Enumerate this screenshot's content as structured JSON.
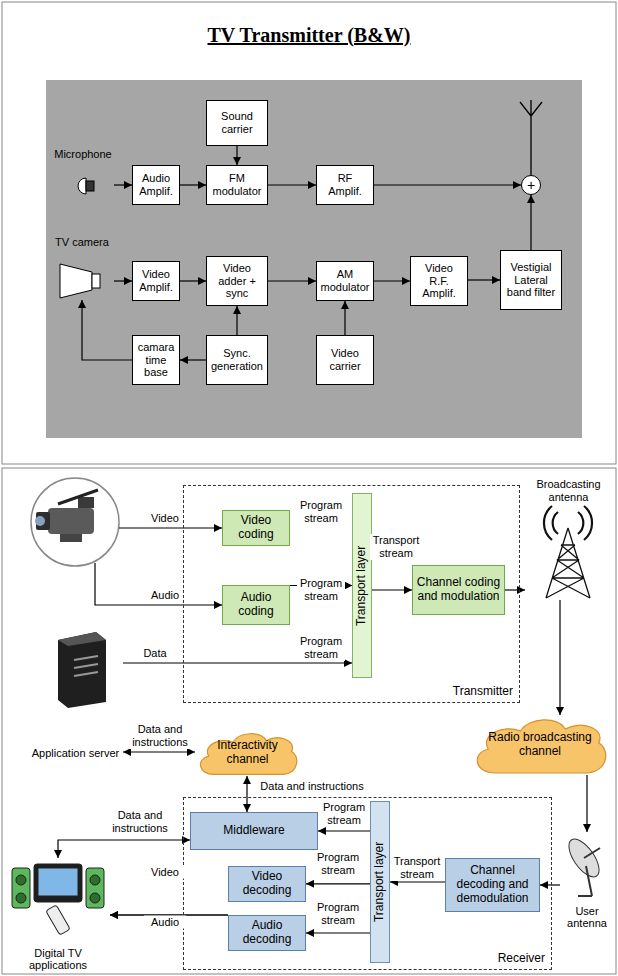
{
  "diagram": {
    "title": "TV Transmitter (B&W)",
    "nodes": [
      {
        "text": [
          "Sound carrier"
        ]
      },
      {
        "text": [
          "Microphone"
        ]
      },
      {
        "text": [
          "Audio Amplif."
        ]
      },
      {
        "text": [
          "FM modulator"
        ]
      },
      {
        "text": [
          "RF Amplif."
        ]
      },
      {
        "text": [
          "+"
        ]
      },
      {
        "text": [
          "TV camera"
        ]
      },
      {
        "text": [
          "Video Amplif."
        ]
      },
      {
        "text": [
          "Video adder + sync"
        ]
      },
      {
        "text": [
          "AM modulator"
        ]
      },
      {
        "text": [
          "Video R.F. Amplif."
        ]
      },
      {
        "text": [
          "Vestigial Lateral band filter"
        ]
      },
      {
        "text": [
          "camara time base"
        ]
      },
      {
        "text": [
          "Sync. generation"
        ]
      },
      {
        "text": [
          "Video carrier"
        ]
      },
      {
        "text": [
          "Transmitter"
        ]
      },
      {
        "text": [
          "Video coding"
        ],
        "in": 15
      },
      {
        "text": [
          "Audio coding"
        ],
        "in": 15
      },
      {
        "text": [
          "Transport layer"
        ],
        "in": 15
      },
      {
        "text": [
          "Channel coding and modulation"
        ],
        "in": 15
      },
      {
        "text": [
          "Broadcasting antenna"
        ]
      },
      {
        "text": [
          "Application server"
        ]
      },
      {
        "text": [
          "Interactivity channel"
        ]
      },
      {
        "text": [
          "Radio broadcasting channel"
        ]
      },
      {
        "text": [
          "Receiver"
        ]
      },
      {
        "text": [
          "Middleware"
        ],
        "in": 24
      },
      {
        "text": [
          "Transport layer"
        ],
        "in": 24
      },
      {
        "text": [
          "Channel decoding and demodulation"
        ],
        "in": 24
      },
      {
        "text": [
          "Video decoding"
        ],
        "in": 24
      },
      {
        "text": [
          "Audio decoding"
        ],
        "in": 24
      },
      {
        "text": [
          "User antenna"
        ]
      },
      {
        "text": [
          "Digital TV applications"
        ]
      }
    ],
    "edges": [
      {
        "from": 1,
        "to": 2,
        "arrow": "to"
      },
      {
        "from": 0,
        "to": 3,
        "arrow": "to"
      },
      {
        "from": 2,
        "to": 3,
        "arrow": "to"
      },
      {
        "from": 3,
        "to": 4,
        "arrow": "to"
      },
      {
        "from": 4,
        "to": 5,
        "arrow": "to"
      },
      {
        "from": 6,
        "to": 7,
        "arrow": "to"
      },
      {
        "from": 7,
        "to": 8,
        "arrow": "to"
      },
      {
        "from": 13,
        "to": 8,
        "arrow": "to"
      },
      {
        "from": 13,
        "to": 12,
        "arrow": "to"
      },
      {
        "from": 12,
        "to": 6,
        "arrow": "to"
      },
      {
        "from": 8,
        "to": 9,
        "arrow": "to"
      },
      {
        "from": 14,
        "to": 9,
        "arrow": "to"
      },
      {
        "from": 9,
        "to": 10,
        "arrow": "to"
      },
      {
        "from": 10,
        "to": 11,
        "arrow": "to"
      },
      {
        "from": 11,
        "to": 5,
        "arrow": "to"
      },
      {
        "from": 16,
        "to": 18,
        "label": "Program stream",
        "arrow": "to"
      },
      {
        "from": 17,
        "to": 18,
        "label": "Program stream",
        "arrow": "to"
      },
      {
        "from": 21,
        "to": 18,
        "label": "Program stream",
        "arrow": "to"
      },
      {
        "from": 18,
        "to": 19,
        "label": "Transport stream",
        "arrow": "to"
      },
      {
        "from": 19,
        "to": 20,
        "arrow": "to"
      },
      {
        "from": 20,
        "to": 23,
        "arrow": "to"
      },
      {
        "from": 21,
        "to": 22,
        "label": "Data and instructions",
        "arrow": "both"
      },
      {
        "from": 22,
        "to": 25,
        "label": "Data and instructions",
        "arrow": "both"
      },
      {
        "from": 23,
        "to": 30,
        "arrow": "to"
      },
      {
        "from": 30,
        "to": 27,
        "arrow": "to"
      },
      {
        "from": 27,
        "to": 26,
        "label": "Transport stream",
        "arrow": "to"
      },
      {
        "from": 26,
        "to": 25,
        "label": "Program stream",
        "arrow": "to"
      },
      {
        "from": 26,
        "to": 28,
        "label": "Program stream",
        "arrow": "to"
      },
      {
        "from": 26,
        "to": 29,
        "label": "Program stream",
        "arrow": "to"
      },
      {
        "from": 25,
        "to": 31,
        "label": "Data and instructions",
        "arrow": "both"
      },
      {
        "from": 28,
        "to": 31,
        "label": "Video",
        "arrow": "to"
      },
      {
        "from": 29,
        "to": 31,
        "label": "Audio",
        "arrow": "to"
      }
    ],
    "labels": [
      "Video",
      "Audio",
      "Data"
    ]
  }
}
